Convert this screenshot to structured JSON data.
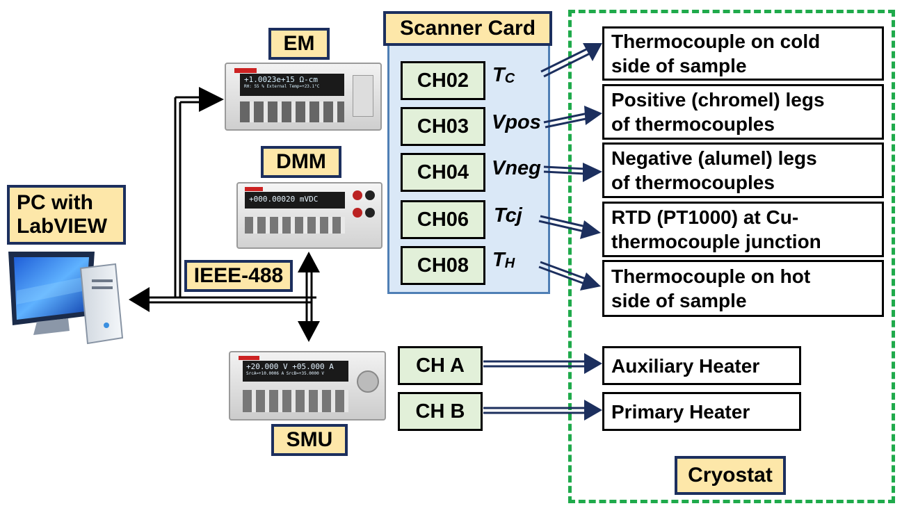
{
  "labels": {
    "em": "EM",
    "dmm": "DMM",
    "smu": "SMU",
    "pc_line1": "PC with",
    "pc_line2": "LabVIEW",
    "bus": "IEEE-488",
    "scanner": "Scanner Card",
    "cryostat": "Cryostat"
  },
  "instruments": {
    "em_display_line1": "+1.0023e+15 Ω-cm",
    "em_display_line2": "RH: 55 %    External Temp=+23.1°C",
    "dmm_display": "+000.00020 mVDC",
    "smu_display_line1": "+20.000 V  +05.000 A",
    "smu_display_line2": "SrcA=+10.0006 A  SrcB=+35.0000 V"
  },
  "scanner_channels": [
    {
      "channel": "CH02",
      "signal": "T",
      "subscript": "C",
      "description_line1": "Thermocouple on cold",
      "description_line2": "side of sample"
    },
    {
      "channel": "CH03",
      "signal": "Vpos",
      "subscript": "",
      "description_line1": "Positive (chromel) legs",
      "description_line2": "of thermocouples"
    },
    {
      "channel": "CH04",
      "signal": "Vneg",
      "subscript": "",
      "description_line1": "Negative (alumel) legs",
      "description_line2": "of thermocouples"
    },
    {
      "channel": "CH06",
      "signal": "Tcj",
      "subscript": "",
      "description_line1": "RTD (PT1000) at Cu-",
      "description_line2": "thermocouple junction"
    },
    {
      "channel": "CH08",
      "signal": "T",
      "subscript": "H",
      "description_line1": "Thermocouple on hot",
      "description_line2": "side of sample"
    }
  ],
  "smu_channels": [
    {
      "channel": "CH A",
      "description": "Auxiliary Heater"
    },
    {
      "channel": "CH B",
      "description": "Primary Heater"
    }
  ],
  "colors": {
    "tag_fill": "#fde7a9",
    "tag_border": "#1c2f5e",
    "channel_fill": "#e2f0d9",
    "scanner_fill": "#dae8f7",
    "arrow": "#1c2f5e",
    "cryostat_dash": "#1faa4b"
  }
}
